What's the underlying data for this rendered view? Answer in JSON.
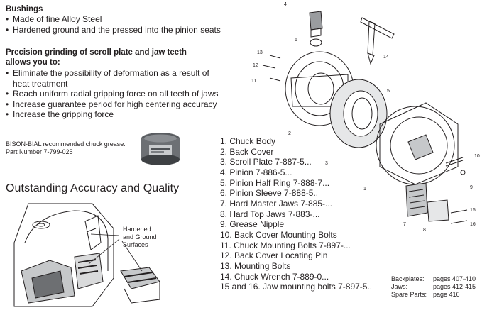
{
  "bushings": {
    "heading": "Bushings",
    "points": [
      "Made of fine Alloy Steel",
      "Hardened ground and the pressed into the pinion seats"
    ]
  },
  "precision": {
    "heading_line1": "Precision grinding of scroll plate and jaw teeth",
    "heading_line2": "allows you to:",
    "points": [
      "Eliminate the possibility of deformation as a result of",
      "heat treatment",
      "Reach uniform radial gripping force on all teeth of jaws",
      "Increase guarantee period for high centering accuracy",
      "Increase the gripping force"
    ]
  },
  "grease": {
    "line1": "BISON-BIAL recommended chuck grease:",
    "line2": "Part Number 7-799-025"
  },
  "accuracy": {
    "title": "Outstanding Accuracy and Quality",
    "annotation": [
      "Hardened",
      "and Ground",
      "Surfaces"
    ]
  },
  "parts_list": [
    "1. Chuck Body",
    "2. Back Cover",
    "3. Scroll Plate 7-887-5...",
    "4. Pinion 7-886-5...",
    "5. Pinion Half Ring 7-888-7...",
    "6. Pinion Sleeve 7-888-5..",
    "7. Hard Master Jaws 7-885-...",
    "8. Hard Top Jaws 7-883-...",
    "9. Grease Nipple",
    "10. Back Cover Mounting Bolts",
    "11. Chuck Mounting Bolts 7-897-...",
    "12. Back Cover Locating Pin",
    "13. Mounting Bolts",
    "14. Chuck Wrench 7-889-0...",
    "15 and 16. Jaw mounting bolts 7-897-5.."
  ],
  "page_refs": [
    {
      "label": "Backplates:",
      "value": "pages 407-410"
    },
    {
      "label": "Jaws:",
      "value": "pages 412-415"
    },
    {
      "label": "Spare Parts:",
      "value": "page 416"
    }
  ],
  "callouts": [
    "1",
    "2",
    "3",
    "4",
    "5",
    "6",
    "7",
    "8",
    "9",
    "10",
    "11",
    "12",
    "13",
    "14",
    "15",
    "16"
  ]
}
